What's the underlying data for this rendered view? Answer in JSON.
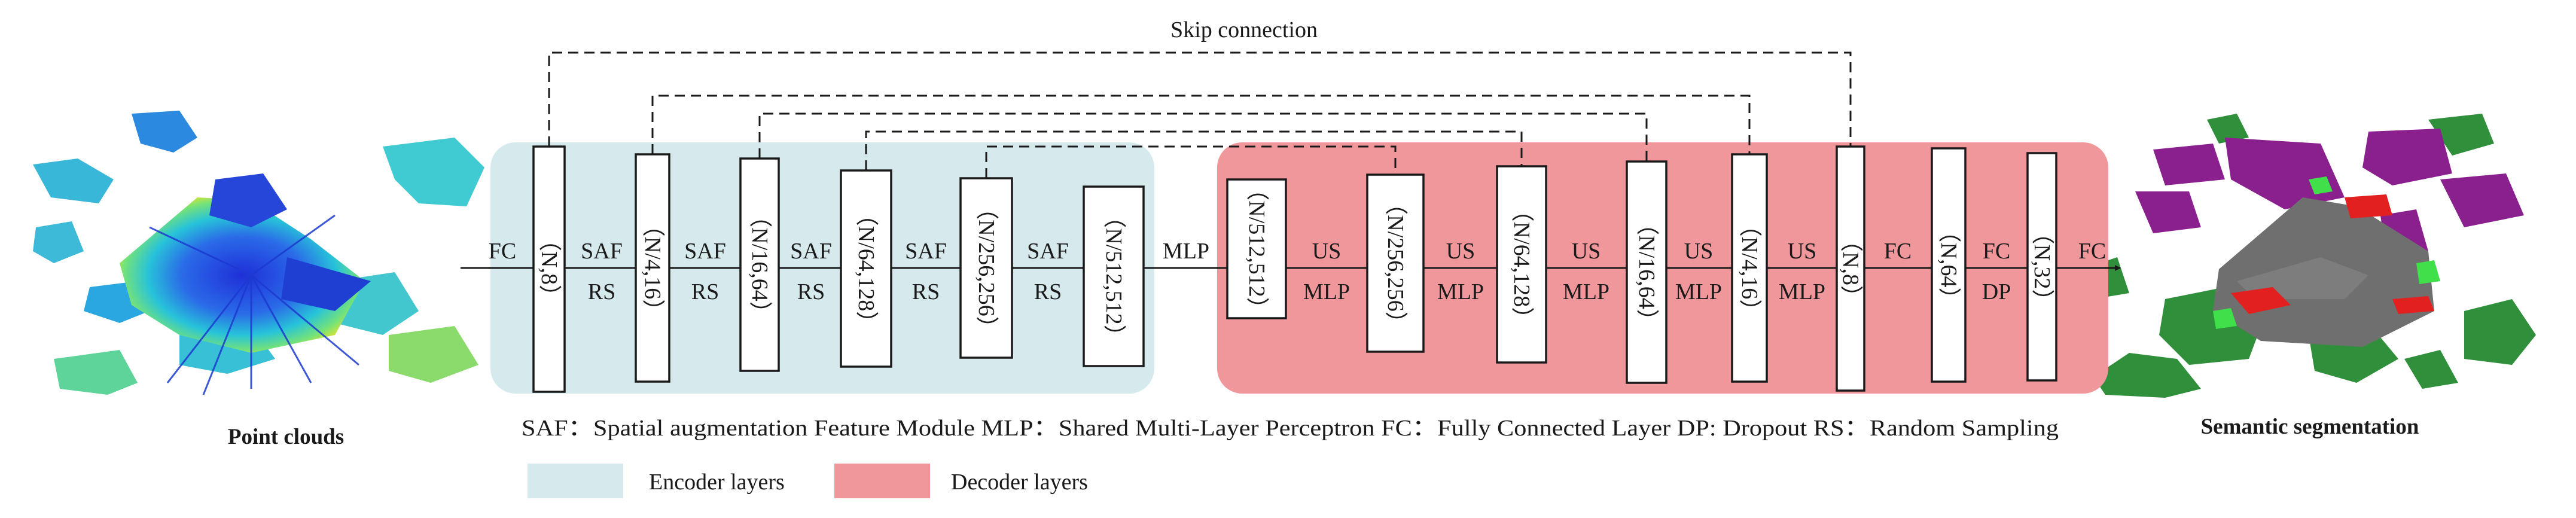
{
  "skip_label": "Skip connection",
  "input_title": "Point clouds",
  "output_title": "Semantic segmentation",
  "encoder_boxes": [
    "（N,8）",
    "（N/4,16）",
    "（N/16,64）",
    "（N/64,128）",
    "（N/256,256）",
    "（N/512,512）"
  ],
  "decoder_boxes": [
    "（N/512,512）",
    "（N/256,256）",
    "（N/64,128）",
    "（N/16,64）",
    "（N/4,16）",
    "（N,8）",
    "（N,64）",
    "（N,32）"
  ],
  "ops": {
    "fc_in": "FC",
    "saf": "SAF",
    "rs": "RS",
    "mlp": "MLP",
    "us": "US",
    "fc": "FC",
    "dp": "DP"
  },
  "abbrev_line": "SAF：Spatial augmentation Feature Module  MLP：Shared Multi-Layer Perceptron  FC：Fully Connected Layer   DP: Dropout  RS：Random Sampling",
  "legend": {
    "encoder": "Encoder layers",
    "decoder": "Decoder layers"
  },
  "colors": {
    "encoder_bg": "#d6eaee",
    "decoder_bg": "#f0979b",
    "line": "#1a1a1a"
  }
}
